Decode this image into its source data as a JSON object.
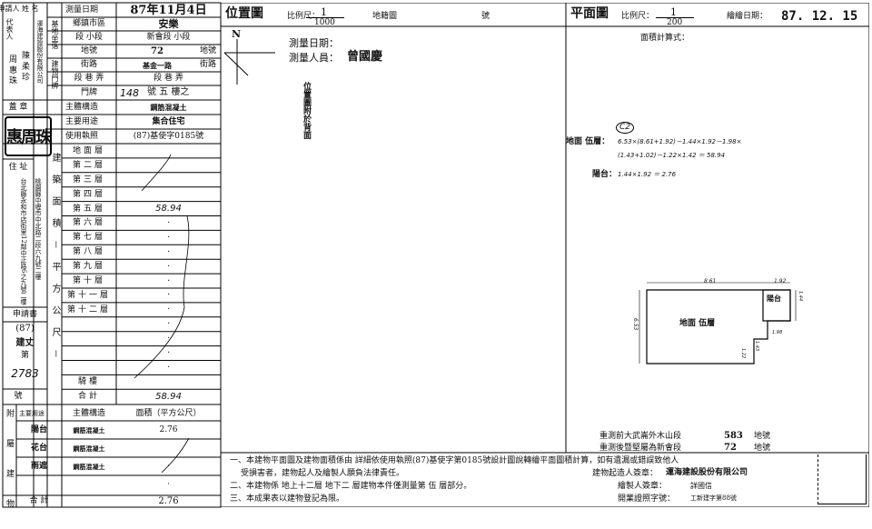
{
  "header": {
    "applicant_label": "申請人 姓 名",
    "survey_date_label": "測量日期",
    "survey_date": "87年11月4日",
    "county_label": "鄉鎮市區",
    "county": "安樂",
    "location_label": "基地坐落",
    "section_label": "段 小段",
    "section": "新會段 小段",
    "lot_label": "地號",
    "lot_number": "72",
    "lot_suffix": "地號",
    "bldg_no_label": "建物門牌",
    "road_label": "街路",
    "road": "基金一路",
    "road_suffix": "街路",
    "lane_label": "段 巷 弄",
    "door_label": "門牌",
    "door_number": "148",
    "door_suffix": "號 五 樓之"
  },
  "left_strip": {
    "company": "運海建設股份有限公司",
    "rep_label": "代表人",
    "rep_name": "陳 柔 珍",
    "agent_name": "周 惠 珠",
    "seal_label": "蓋 章",
    "seal_text": "惠周珠",
    "address_label": "住 址",
    "address": "台北縣永和市店街里12鄰中正路6之九號二樓",
    "address2": "桃園縣中壢市中北路二段六九號二樓",
    "app_no_label": "申請書",
    "app_year": "(87)",
    "app_type": "建丈",
    "app_di": "第",
    "app_no": "2783",
    "app_hao": "號"
  },
  "main_structure": {
    "struct_label": "主體構造",
    "struct_value": "鋼筋混凝土",
    "use_label": "主要用途",
    "use_value": "集合住宅",
    "permit_label": "使用執照",
    "permit_value": "(87)基使字0185號"
  },
  "floors_label": "建築面積－平方公尺－",
  "floors": [
    {
      "name": "地面層",
      "area": ""
    },
    {
      "name": "第二層",
      "area": ""
    },
    {
      "name": "第三層",
      "area": ""
    },
    {
      "name": "第四層",
      "area": ""
    },
    {
      "name": "第五層",
      "area": "58.94"
    },
    {
      "name": "第六層",
      "area": "·"
    },
    {
      "name": "第七層",
      "area": "·"
    },
    {
      "name": "第八層",
      "area": "·"
    },
    {
      "name": "第九層",
      "area": "·"
    },
    {
      "name": "第十層",
      "area": "·"
    },
    {
      "name": "第十一層",
      "area": "·"
    },
    {
      "name": "第十二層",
      "area": "·"
    },
    {
      "name": "",
      "area": "·"
    },
    {
      "name": "",
      "area": "·"
    },
    {
      "name": "",
      "area": "·"
    },
    {
      "name": "",
      "area": "·"
    },
    {
      "name": "騎樓",
      "area": ""
    },
    {
      "name": "合計",
      "area": "58.94"
    }
  ],
  "annex": {
    "label": "附屬建物",
    "use_label": "主要用途",
    "struct_label": "主體構造",
    "area_label": "面積（平方公尺）",
    "rows": [
      {
        "use": "陽台",
        "struct": "鋼筋混凝土",
        "area": "2.76"
      },
      {
        "use": "花台",
        "struct": "鋼筋混凝土",
        "area": ""
      },
      {
        "use": "雨遮",
        "struct": "鋼筋混凝土",
        "area": "·"
      },
      {
        "use": "",
        "struct": "",
        "area": "·"
      }
    ],
    "total_label": "合 計",
    "total": "2.76"
  },
  "location_map": {
    "title": "位置圖",
    "scale_label": "比例尺：",
    "scale_num": "1",
    "scale_den": "1000",
    "map_label": "地籍圖",
    "map_no_label": "號",
    "north": "N",
    "survey_date_label": "測量日期：",
    "surveyor_label": "測量人員：",
    "surveyor": "曾國慶",
    "back_note": "位置圖附於背面"
  },
  "plan": {
    "title": "平面圖",
    "scale_label": "比例尺：",
    "scale_num": "1",
    "scale_den": "200",
    "draw_date_label": "繪繪日期：",
    "draw_date": "87. 12. 15",
    "calc_label": "面積計算式：",
    "c_mark": "C2",
    "calc_line1_label": "地面 伍層：",
    "calc_line1": "6.53×(8.61+1.92)－1.44×1.92－1.98×",
    "calc_line2": "(1.43+1.02)－1.22×1.42 ＝ 58.94",
    "calc_line3_label": "陽台：",
    "calc_line3": "1.44×1.92 ＝ 2.76",
    "dim_top": "8.61",
    "dim_top2": "1.92",
    "dim_left": "6.53",
    "dim_small1": "1.44",
    "dim_small2": "1.98",
    "dim_small3": "1.43",
    "dim_small4": "1.22",
    "room_label": "地面 伍層",
    "balcony_label": "陽台"
  },
  "footer": {
    "note1": "一、本建物平面圖及建物面積係由 詳細依使用執照(87)基使字第0185號設計圖說轉繪平面圖積計算，如有遺漏或錯誤致他人",
    "note1b": "受損害者，建物起人及繪製人願負法律責任。",
    "note2": "二、本建物係 地上十二層 地下二 層建物本件僅測量第 伍 層部分。",
    "note3": "三、本成果表以建物登記為限。",
    "right1_label": "重測前大武崙外木山段",
    "right1_num": "583",
    "right1_suffix": "地號",
    "right2_label": "重測後暨堅屬為新會段",
    "right2_num": "72",
    "right2_suffix": "地號",
    "owner_label": "建物起造人簽章：",
    "owner": "運海建設股份有限公司",
    "drawer_label": "繪製人簽章：",
    "drawer": "詳國信",
    "cert_label": "開業證照字號：",
    "cert": "工新建字第88號"
  }
}
